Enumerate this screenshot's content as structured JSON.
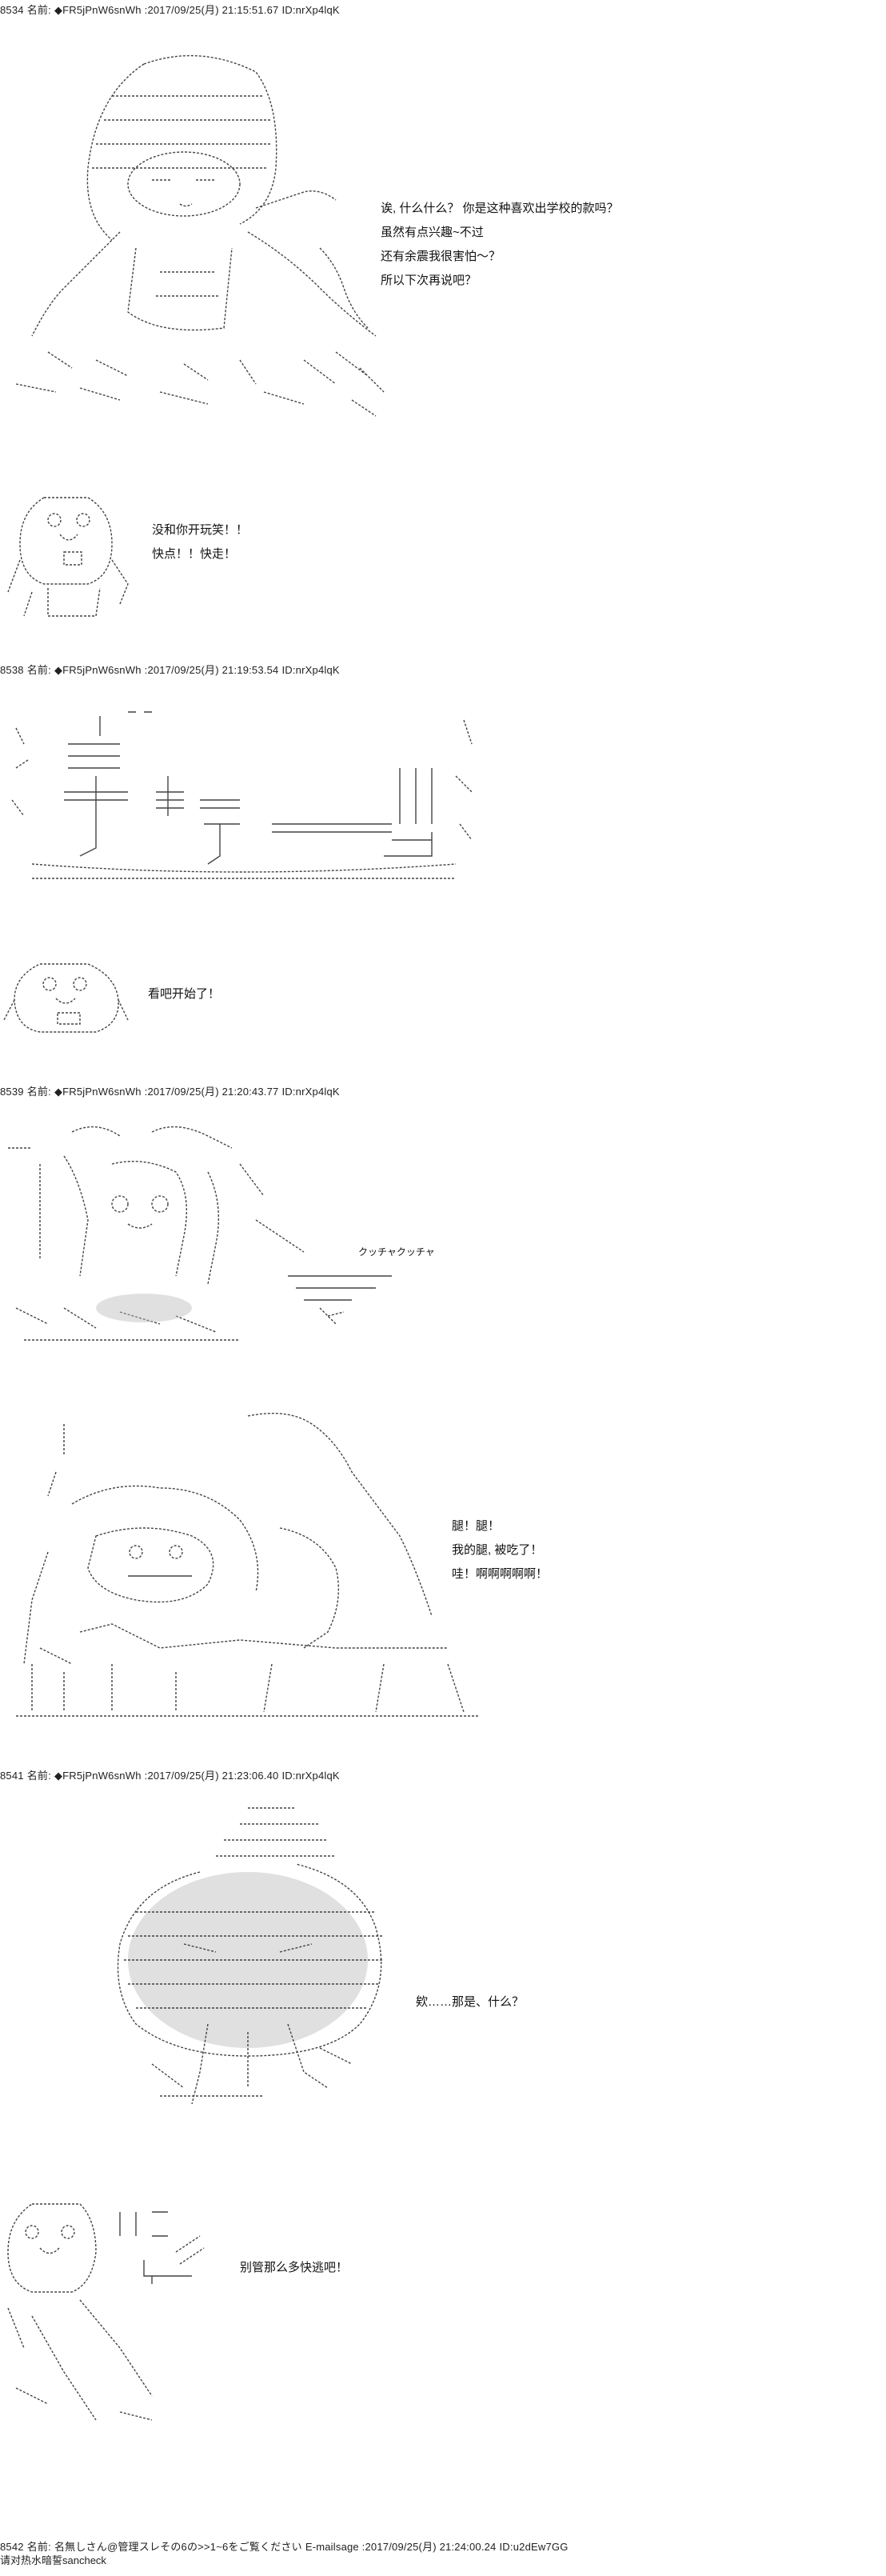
{
  "posts": [
    {
      "header": {
        "num": "8534",
        "name_label": "名前:",
        "trip": "◆FR5jPnW6snWh",
        "datetime": ":2017/09/25(月) 21:15:51.67",
        "id": "ID:nrXp4lqK"
      },
      "dialogue_a": [
        "诶, 什么什么？  你是这种喜欢出学校的款吗？",
        "虽然有点兴趣~不过",
        "还有余震我很害怕～？",
        "所以下次再说吧？"
      ],
      "dialogue_b": [
        "没和你开玩笑！！",
        "快点！！快走！"
      ]
    },
    {
      "header": {
        "num": "8538",
        "name_label": "名前:",
        "trip": "◆FR5jPnW6snWh",
        "datetime": ":2017/09/25(月) 21:19:53.54",
        "id": "ID:nrXp4lqK"
      },
      "dialogue_b": [
        "看吧开始了！"
      ]
    },
    {
      "header": {
        "num": "8539",
        "name_label": "名前:",
        "trip": "◆FR5jPnW6snWh",
        "datetime": ":2017/09/25(月) 21:20:43.77",
        "id": "ID:nrXp4lqK"
      },
      "sfx": "クッチャクッチャ",
      "dialogue_b": [
        "腿！腿！",
        "我的腿, 被吃了！",
        "哇！啊啊啊啊啊！"
      ]
    },
    {
      "header": {
        "num": "8541",
        "name_label": "名前:",
        "trip": "◆FR5jPnW6snWh",
        "datetime": ":2017/09/25(月) 21:23:06.40",
        "id": "ID:nrXp4lqK"
      },
      "dialogue_a": [
        "欸……那是、什么？"
      ],
      "dialogue_b": [
        "别管那么多快逃吧！"
      ]
    },
    {
      "header": {
        "num": "8542",
        "name_label": "名前:",
        "trip": "名無しさん@管理スレその6の>>1~6をご覧ください",
        "datetime": "E-mailsage :2017/09/25(月) 21:24:00.24",
        "id": "ID:u2dEw7GG"
      },
      "note": "请对热水暗誓sancheck"
    }
  ]
}
